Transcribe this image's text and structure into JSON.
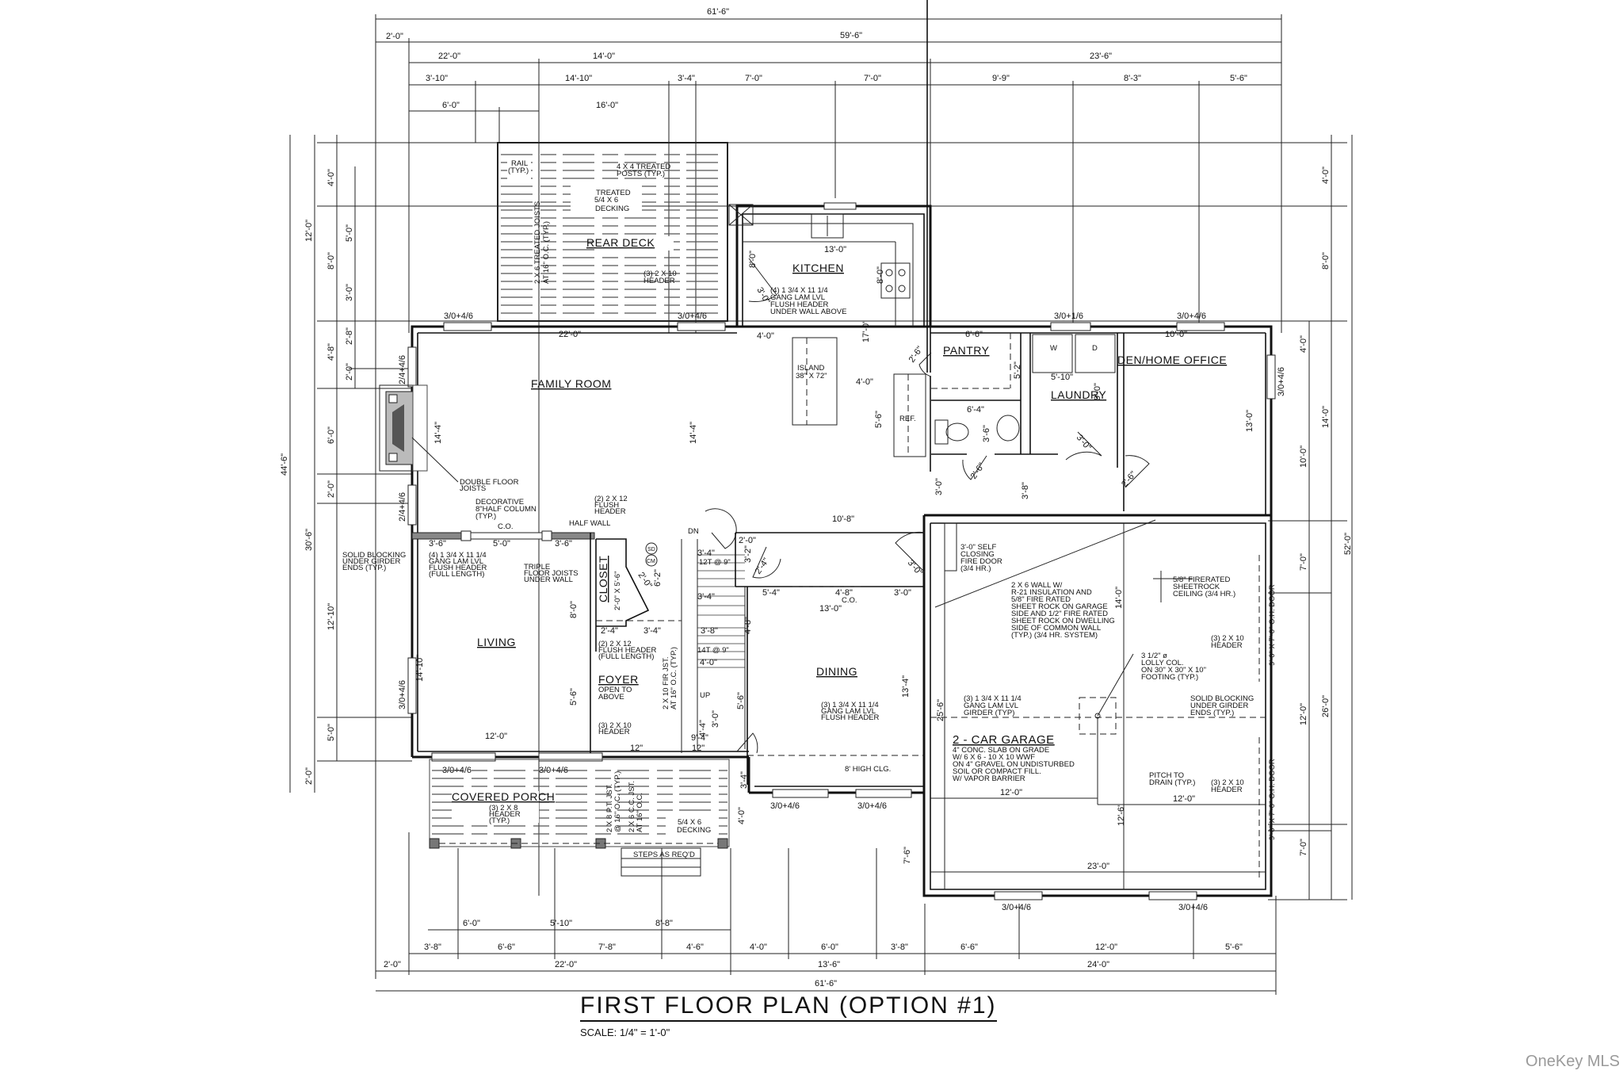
{
  "title": "FIRST FLOOR PLAN (OPTION #1)",
  "scale": "SCALE: 1/4\" = 1'-0\"",
  "watermark": "OneKey MLS",
  "dimensions": {
    "top": {
      "overall": "61'-6\"",
      "offset": "2'-0\"",
      "main": "59'-6\"",
      "row3": [
        "22'-0\"",
        "14'-0\"",
        "23'-6\""
      ],
      "row4": [
        "3'-10\"",
        "14'-10\"",
        "3'-4\"",
        "7'-0\"",
        "7'-0\"",
        "9'-9\"",
        "8'-3\"",
        "5'-6\""
      ],
      "deck": [
        "6'-0\"",
        "16'-0\""
      ]
    },
    "bottom": {
      "porch": [
        "6'-0\"",
        "5'-10\"",
        "8'-8\""
      ],
      "row1": [
        "3'-8\"",
        "6'-6\"",
        "7'-8\"",
        "4'-6\"",
        "4'-0\"",
        "6'-0\"",
        "3'-8\"",
        "6'-6\"",
        "12'-0\"",
        "5'-6\""
      ],
      "row2": [
        "2'-0\"",
        "22'-0\"",
        "13'-6\"",
        "24'-0\""
      ],
      "overall": "61'-6\""
    },
    "left": {
      "overall": "44'-6\"",
      "col2": [
        "12'-0\"",
        "30'-6\"",
        "2'-0\""
      ],
      "col3": [
        "4'-0\"",
        "8'-0\"",
        "4'-8\"",
        "6'-0\"",
        "2'-0\"",
        "12'-10\"",
        "5'-0\""
      ],
      "col4": [
        "5'-0\"",
        "3'-0\"",
        "2'-8\"",
        "2'-0\""
      ]
    },
    "right": {
      "overall": "52'-0\"",
      "col2": [
        "4'-0\"",
        "8'-0\"",
        "14'-0\"",
        "26'-0\""
      ],
      "col1": [
        "4'-0\"",
        "10'-0\"",
        "7'-0\"",
        "12'-0\"",
        "7'-0\""
      ]
    }
  },
  "rooms": {
    "rear_deck": "REAR DECK",
    "kitchen": "KITCHEN",
    "pantry": "PANTRY",
    "laundry": "LAUNDRY",
    "den": "DEN/HOME OFFICE",
    "family_room": "FAMILY ROOM",
    "living": "LIVING",
    "closet": "CLOSET",
    "foyer": "FOYER",
    "dining": "DINING",
    "garage": "2 - CAR GARAGE",
    "porch": "COVERED PORCH"
  },
  "notes": {
    "rail": [
      "RAIL",
      "(TYP.)"
    ],
    "posts": [
      "4 X 4 TREATED",
      "POSTS (TYP.)"
    ],
    "decking": [
      "TREATED",
      "5/4 X 6",
      "DECKING"
    ],
    "joists": [
      "2 X 6 TREATED JOISTS",
      "AT 16\" O.C. (TYP.)"
    ],
    "kitchen_header": [
      "(3) 2 X 10",
      "HEADER"
    ],
    "kitchen_lvl": [
      "(4) 1 3/4 X 11 1/4",
      "GANG LAM LVL",
      "FLUSH HEADER",
      "UNDER WALL ABOVE"
    ],
    "island": [
      "ISLAND",
      "38\" X 72\""
    ],
    "ref": "REF.",
    "washer": "W",
    "dryer": "D",
    "double_joists": [
      "DOUBLE FLOOR",
      "JOISTS"
    ],
    "half_column": [
      "DECORATIVE",
      "8\"HALF COLUMN",
      "(TYP.)"
    ],
    "half_wall": "HALF WALL",
    "co": "C.O.",
    "flush_header_12": [
      "(2) 2 X 12",
      "FLUSH",
      "HEADER"
    ],
    "solid_blocking_left": [
      "SOLID BLOCKING",
      "UNDER GIRDER",
      "ENDS (TYP.)"
    ],
    "living_lvl": [
      "(4) 1 3/4 X 11 1/4",
      "GANG LAM LVL",
      "FLUSH HEADER",
      "(FULL LENGTH)"
    ],
    "triple_joists": [
      "TRIPLE",
      "FLOOR JOISTS",
      "UNDER WALL"
    ],
    "closet_size": "2'-0\" X 5'-6\"",
    "sd": "SD",
    "cm": "CM",
    "foyer_header": [
      "(2) 2 X 12",
      "FLUSH HEADER",
      "(FULL LENGTH)"
    ],
    "foyer_open": [
      "OPEN TO",
      "ABOVE"
    ],
    "foyer_header10": [
      "(3) 2 X 10",
      "HEADER"
    ],
    "fir_jst": [
      "2 X 10 FIR JST.",
      "AT 16\" O.C. (TYP.)"
    ],
    "stairs_upper": "12T @ 9\"",
    "stairs_lower": "14T @ 9\"",
    "dn": "DN",
    "up": "UP",
    "fire_door": [
      "3'-0\" SELF",
      "CLOSING",
      "FIRE DOOR",
      "(3/4 HR.)"
    ],
    "fire_wall": [
      "2 X 6 WALL W/",
      "R-21 INSULATION AND",
      "5/8\" FIRE RATED",
      "SHEET ROCK ON GARAGE",
      "SIDE AND 1/2\" FIRE RATED",
      "SHEET ROCK ON DWELLING",
      "SIDE OF COMMON WALL",
      "(TYP.) (3/4 HR. SYSTEM)"
    ],
    "sheetrock": [
      "5/8\" FIRERATED",
      "SHEETROCK",
      "CEILING (3/4 HR.)"
    ],
    "garage_header": [
      "(3) 2 X 10",
      "HEADER"
    ],
    "oh_door": "9'-0\" X 7'-0\" O.H. DOOR",
    "lolly": [
      "3 1/2\" ø",
      "LOLLY COL.",
      "ON 30\" X 30\" X 10\"",
      "FOOTING (TYP.)"
    ],
    "girder": [
      "(3) 1 3/4 X 11 1/4",
      "GANG LAM LVL",
      "GIRDER (TYP)"
    ],
    "solid_blocking_right": [
      "SOLID BLOCKING",
      "UNDER GIRDER",
      "ENDS (TYP.)"
    ],
    "garage_slab": [
      "4\" CONC. SLAB ON GRADE",
      "W/ 6 X 6 - 10 X 10 WWF",
      "ON 4\" GRAVEL ON UNDISTURBED",
      "SOIL OR COMPACT FILL.",
      "W/ VAPOR BARRIER"
    ],
    "pitch": [
      "PITCH TO",
      "DRAIN (TYP.)"
    ],
    "dining_lvl": [
      "(3) 1 3/4 X 11 1/4",
      "GANG LAM LVL",
      "FLUSH HEADER"
    ],
    "high_clg": "8' HIGH CLG.",
    "porch_header": [
      "(3) 2 X 8",
      "HEADER",
      "(TYP.)"
    ],
    "porch_jst": [
      "2 X 8 P.T. JST.",
      "@ 16\" O.C. (TYP.)"
    ],
    "porch_jst2": [
      "2 X 6 C.C. JST.",
      "AT 16\" O.C."
    ],
    "porch_decking": [
      "5/4 X 6",
      "DECKING"
    ],
    "steps": "STEPS AS REQ'D"
  },
  "windows": {
    "w3046": "3/0+4/6",
    "w3016": "3/0+1/6",
    "w2446": "2/4+4/6"
  },
  "interior_dims": {
    "kitchen_w": "13'-0\"",
    "kitchen_h": "8'-0\"",
    "kitchen_door": "3'-0\"",
    "kitchen_side": "8'-0\"",
    "kitchen_4": "4'-0\"",
    "kitchen_17": "17'-0\"",
    "kitchen_7": "7'-0\"",
    "family_w": "22'-0\"",
    "family_h": "14'-4\"",
    "family_h2": "14'-4\"",
    "island_4": "4'-0\"",
    "ref_h": "5'-6\"",
    "pantry_w": "6'-6\"",
    "pantry_d": "5'-2\"",
    "pantry_door": "2'-6\"",
    "bath_w": "6'-4\"",
    "bath_h": "3'-6\"",
    "bath_door": "2'-6\"",
    "laundry_w": "5'-10\"",
    "laundry_h": "9'-0\"",
    "laundry_door": "3'-0\"",
    "hall_3": "3'-0\"",
    "hall_38": "3'-8\"",
    "den_w": "10'-0\"",
    "den_h": "13'-0\"",
    "den_door": "2'-6\"",
    "hall_108": "10'-8\"",
    "col_36a": "3'-6\"",
    "col_5": "5'-0\"",
    "col_36b": "3'-6\"",
    "living_h": "14'-10\"",
    "living_w": "12'-0\"",
    "living_8": "8'-0\"",
    "living_56": "5'-6\"",
    "closet_door": "2'-0\"",
    "closet_62": "6'-2\"",
    "foyer_24": "2'-4\"",
    "foyer_34": "3'-4\"",
    "stair_34": "3'-4\"",
    "stair_34b": "3'-4\"",
    "stair_38": "3'-8\"",
    "stair_4": "4'-0\"",
    "stair_44": "4'-4\"",
    "stair_3": "3'-0\"",
    "stair_94": "9'-4\"",
    "stair_56": "5'-6\"",
    "stair_48": "4'-8\"",
    "stair_32": "3'-2\"",
    "front_door": "3'-0\"",
    "tw": "12\"",
    "coat_2": "2'-0\"",
    "coat_24": "2'-4\"",
    "dining_54": "5'-4\"",
    "dining_48": "4'-8\"",
    "dining_3": "3'-0\"",
    "dining_w": "13'-0\"",
    "dining_h": "13'-4\"",
    "dining_34": "3'-4\"",
    "dining_door": "3'-0\"",
    "garage_256": "25'-6\"",
    "garage_14": "14'-0\"",
    "garage_12a": "12'-0\"",
    "garage_12b": "12'-0\"",
    "garage_126": "12'-6\"",
    "garage_23": "23'-0\"",
    "porch_4": "4'-0\"",
    "porch_76": "7'-6\""
  }
}
